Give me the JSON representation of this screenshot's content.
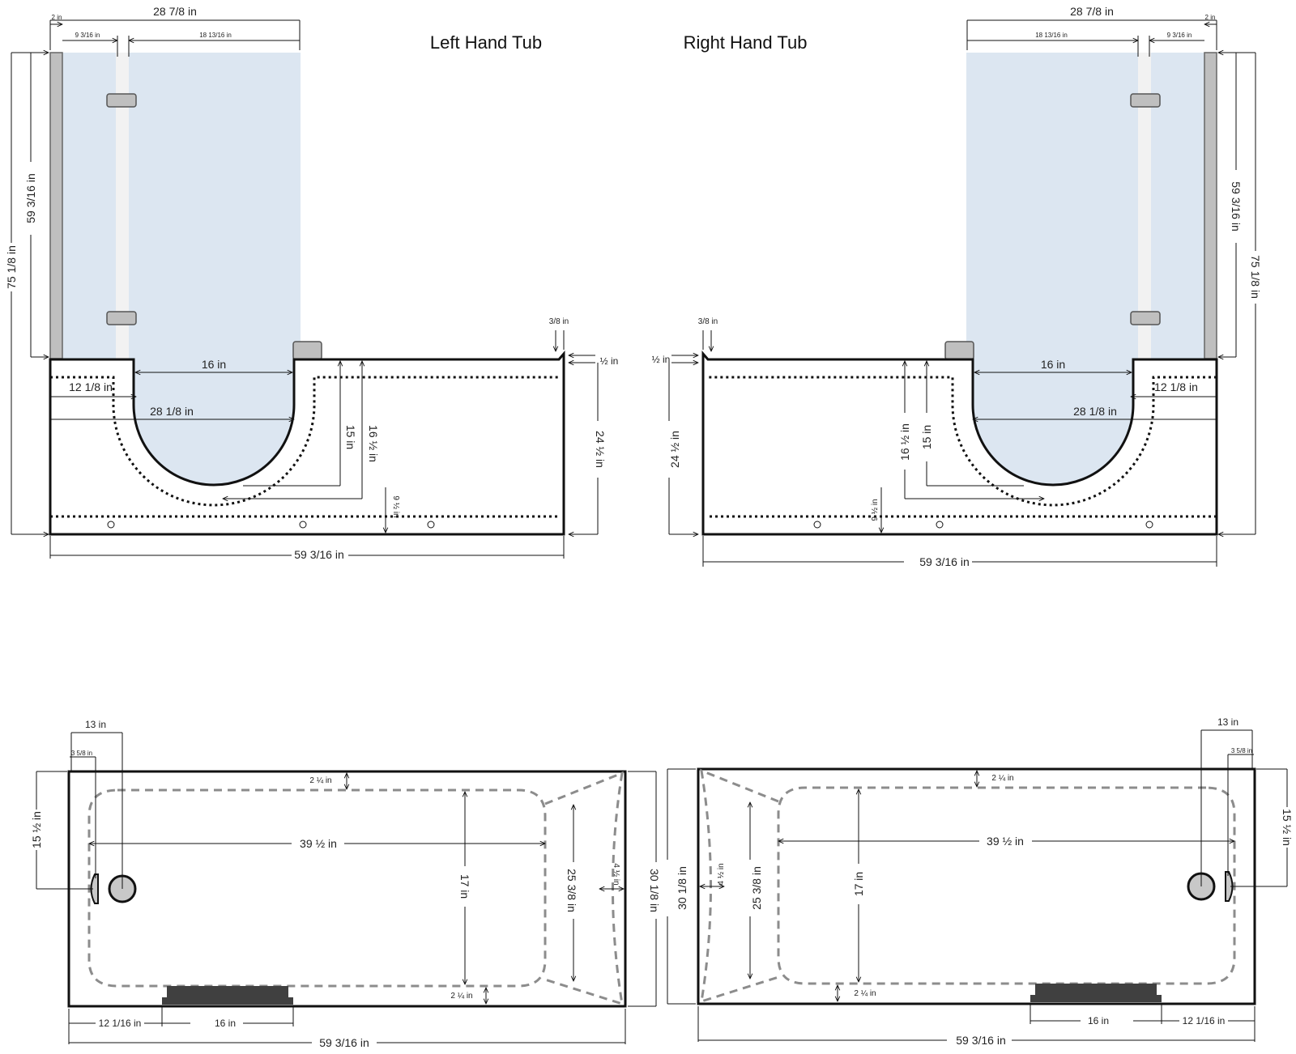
{
  "titles": {
    "left": "Left Hand Tub",
    "right": "Right Hand Tub"
  },
  "left_elevation": {
    "top_width": "28 7/8 in",
    "frame_width": "2 in",
    "fixed_panel": "9 3/16  in",
    "door_panel": "18 13/16 in",
    "total_height": "75 1/8 in",
    "glass_height": "59  3/16 in",
    "step_width": "16 in",
    "step_offset": "12 1/8 in",
    "inner_width": "28 1/8 in",
    "step_depth": "15 in",
    "step_depth_outer": "16 ½ in",
    "seat_height": "9 ½ in",
    "rim_offset": "3/8 in",
    "rim_drop": "½ in",
    "tub_height": "24 ½ in",
    "total_length": "59 3/16 in"
  },
  "right_elevation": {
    "top_width": "28 7/8 in",
    "frame_width": "2 in",
    "fixed_panel": "9 3/16  in",
    "door_panel": "18 13/16 in",
    "total_height": "75 1/8 in",
    "glass_height": "59  3/16 in",
    "step_width": "16 in",
    "step_offset": "12 1/8 in",
    "inner_width": "28 1/8 in",
    "step_depth": "15 in",
    "step_depth_outer": "16 ½ in",
    "seat_height": "9 ½ in",
    "rim_offset": "3/8 in",
    "rim_drop": "½ in",
    "tub_height": "24 ½ in",
    "total_length": "59 3/16 in"
  },
  "left_plan": {
    "drain_offset": "13 in",
    "overflow_offset": "3 5/8 in",
    "drain_from_side": "15 ½ in",
    "wall_top": "2 ¼ in",
    "wall_bottom": "2 ¼ in",
    "basin_length": "39 ½ in",
    "basin_width": "17 in",
    "end_width": "25 3/8 in",
    "end_wall": "4 ½ in",
    "tub_width": "30 1/8 in",
    "door_offset": "12 1/16 in",
    "door_width": "16 in",
    "total_length": "59 3/16  in"
  },
  "right_plan": {
    "drain_offset": "13 in",
    "overflow_offset": "3 5/8 in",
    "drain_from_side": "15 ½ in",
    "wall_top": "2 ¼ in",
    "wall_bottom": "2 ¼ in",
    "basin_length": "39 ½ in",
    "basin_width": "17 in",
    "end_width": "25 3/8 in",
    "end_wall": "4 ½ in",
    "tub_width": "30 1/8 in",
    "door_offset": "12 1/16 in",
    "door_width": "16 in",
    "total_length": "59 3/16  in"
  }
}
